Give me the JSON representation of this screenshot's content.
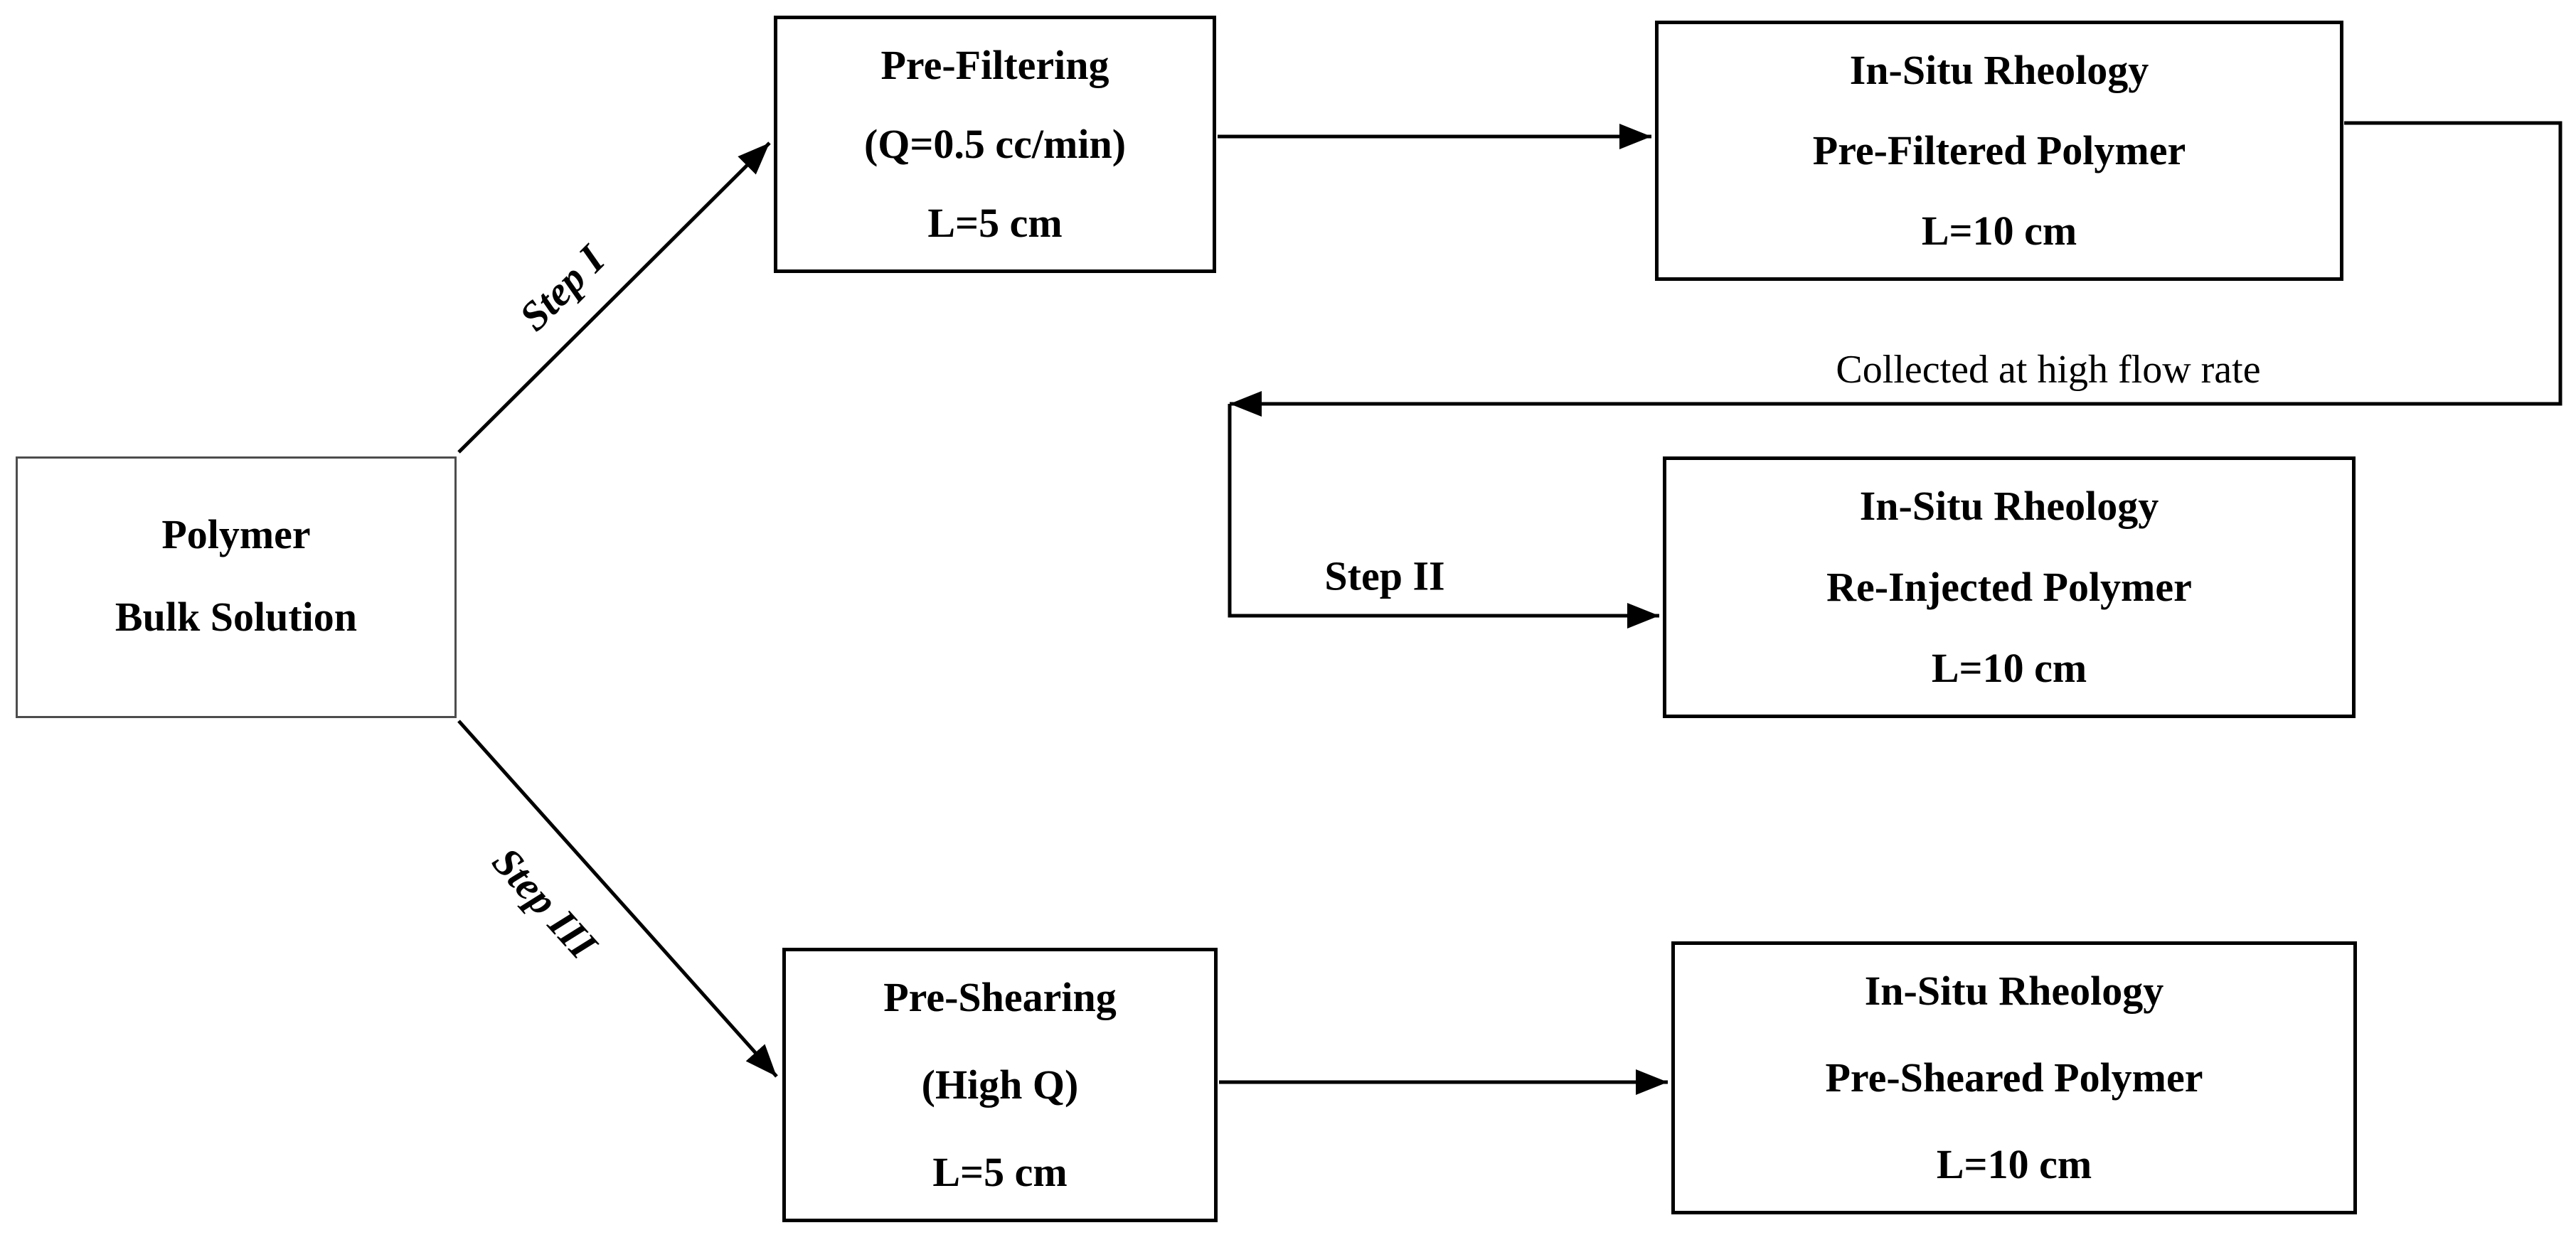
{
  "diagram": {
    "boxes": [
      {
        "name": "polymer-bulk-solution",
        "lines": [
          "Polymer",
          "Bulk Solution"
        ]
      },
      {
        "name": "pre-filtering",
        "lines": [
          "Pre-Filtering",
          "(Q=0.5 cc/min)",
          "L=5 cm"
        ]
      },
      {
        "name": "insitu-rheology-pre-filtered",
        "lines": [
          "In-Situ Rheology",
          "Pre-Filtered Polymer",
          "L=10 cm"
        ]
      },
      {
        "name": "insitu-rheology-re-injected",
        "lines": [
          "In-Situ Rheology",
          "Re-Injected Polymer",
          "L=10 cm"
        ]
      },
      {
        "name": "pre-shearing",
        "lines": [
          "Pre-Shearing",
          "(High Q)",
          "L=5 cm"
        ]
      },
      {
        "name": "insitu-rheology-pre-sheared",
        "lines": [
          "In-Situ Rheology",
          "Pre-Sheared Polymer",
          "L=10 cm"
        ]
      }
    ],
    "labels": {
      "step_i": "Step I",
      "step_ii": "Step II",
      "step_iii": "Step III",
      "collected": "Collected at high flow rate"
    },
    "colors": {
      "background": "#ffffff",
      "line": "#000000",
      "box_border": "#000000",
      "polymer_box_border": "#4d4d4d",
      "text": "#000000"
    }
  }
}
